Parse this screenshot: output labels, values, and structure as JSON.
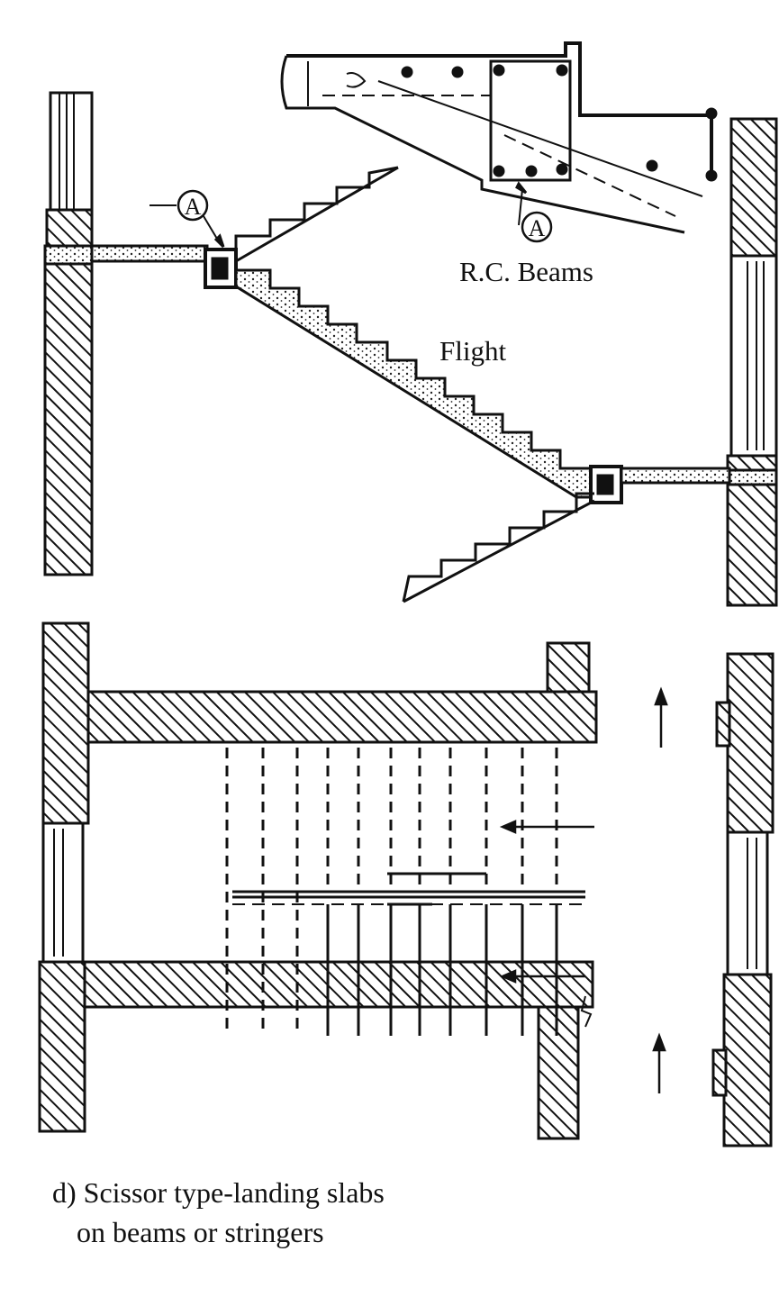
{
  "labels": {
    "marker_a": "A",
    "rc_beams": "R.C. Beams",
    "flight": "Flight"
  },
  "caption": {
    "line1": "d) Scissor type-landing slabs",
    "line2": "on beams or stringers"
  },
  "colors": {
    "ink": "#111111",
    "paper": "#ffffff"
  }
}
